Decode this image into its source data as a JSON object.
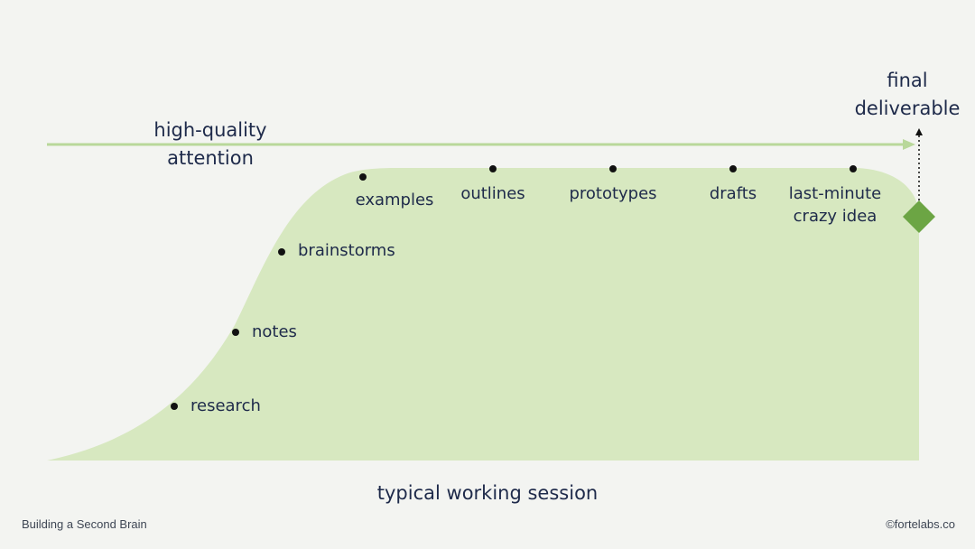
{
  "attention_label": [
    "high-quality",
    "attention"
  ],
  "final_label": [
    "final",
    "deliverable"
  ],
  "milestones": [
    {
      "label": "research"
    },
    {
      "label": "notes"
    },
    {
      "label": "brainstorms"
    },
    {
      "label": "examples"
    },
    {
      "label": "outlines"
    },
    {
      "label": "prototypes"
    },
    {
      "label": "drafts"
    },
    {
      "label": "last-minute",
      "label2": "crazy idea"
    }
  ],
  "x_axis_label": "typical working session",
  "footer": {
    "left": "Building a Second Brain",
    "right": "©fortelabs.co"
  },
  "colors": {
    "background": "#f3f4f1",
    "area_fill": "#d7e8c0",
    "arrow": "#b9d89a",
    "diamond": "#6ca544",
    "text": "#1e2a4a",
    "dot": "#111111"
  }
}
